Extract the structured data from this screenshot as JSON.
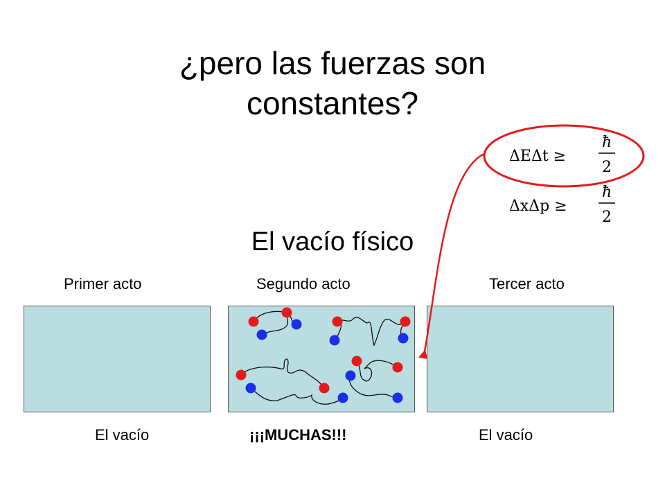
{
  "slide": {
    "title_line1": "¿pero las fuerzas son",
    "title_line2": "constantes?",
    "subtitle": "El vacío físico"
  },
  "acts": [
    {
      "label": "Primer acto",
      "caption": "El vacío"
    },
    {
      "label": "Segundo acto",
      "caption": "¡¡¡MUCHAS!!!"
    },
    {
      "label": "Tercer acto",
      "caption": "El vacío"
    }
  ],
  "formulas": [
    {
      "lhs": "ΔEΔt ≥",
      "numerator": "ħ",
      "denominator": "2"
    },
    {
      "lhs": "ΔxΔp ≥",
      "numerator": "ħ",
      "denominator": "2"
    }
  ],
  "colors": {
    "box_fill": "#b9dde0",
    "particle_red": "#e41b1b",
    "particle_blue": "#1a2fe6",
    "highlight": "#e41b1b"
  }
}
